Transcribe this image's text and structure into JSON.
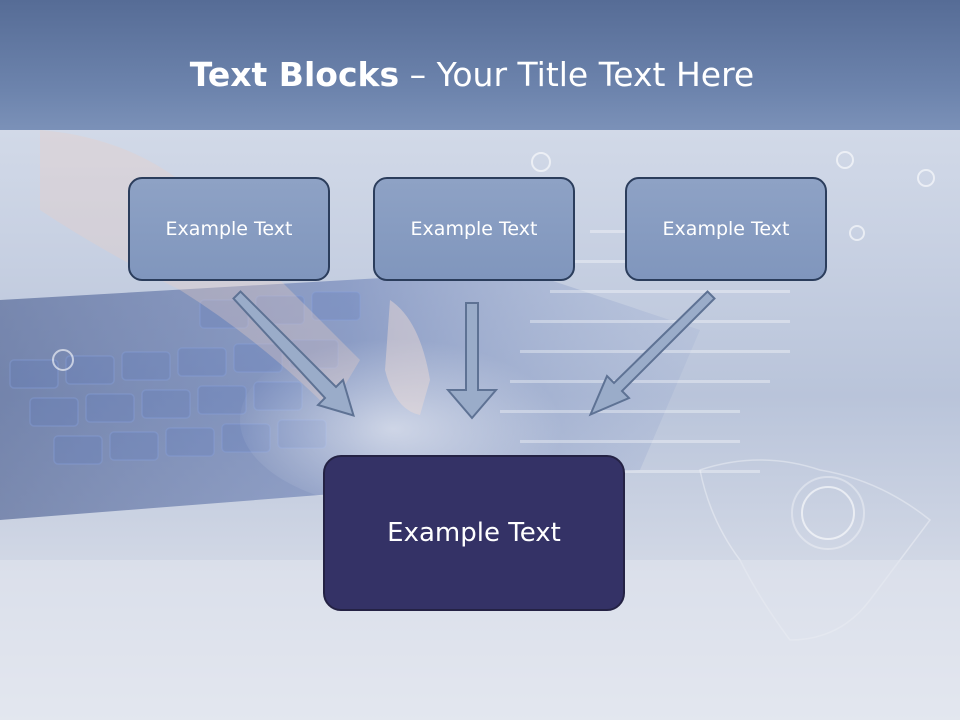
{
  "title": {
    "bold": "Text Blocks",
    "dash": " – ",
    "rest": "Your Title Text Here"
  },
  "blocks": [
    {
      "label": "Example Text"
    },
    {
      "label": "Example Text"
    },
    {
      "label": "Example Text"
    }
  ],
  "target": {
    "label": "Example Text"
  },
  "colors": {
    "title_band": "#6d84ad",
    "block_fill": "#8a9fc4",
    "block_border": "#2b3d5c",
    "target_fill": "#343266",
    "arrow_fill": "#9aacc9",
    "arrow_stroke": "#5e7294"
  }
}
